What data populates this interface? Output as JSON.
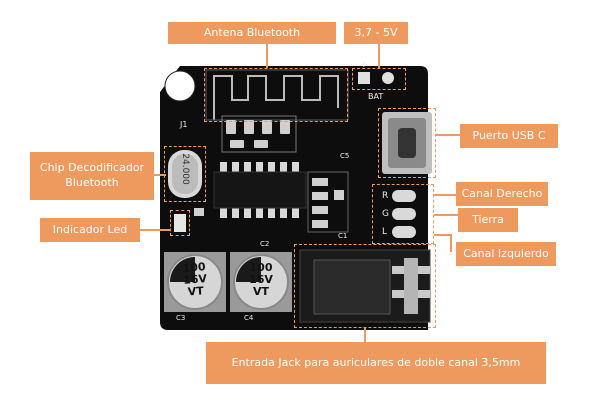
{
  "labels": {
    "antenna": "Antena Bluetooth",
    "voltage": "3,7 - 5V",
    "usb": "Puerto USB C",
    "chip": "Chip Decodificador\nBluetooth",
    "right_channel": "Canal Derecho",
    "ground": "Tierra",
    "left_channel": "Canal Izquierdo",
    "led": "Indicador Led",
    "jack": "Entrada Jack para auriculares de doble canal 3,5mm"
  },
  "silkscreen": {
    "crystal": "24.000",
    "cap_left": "100\n16V\nVT",
    "cap_right": "100\n16V\nVT",
    "bat": "BAT",
    "plus": "+",
    "r": "R",
    "g": "G",
    "l": "L",
    "j1": "J1",
    "c3": "C3",
    "c4": "C4",
    "c5": "C5",
    "c2": "C2",
    "c1": "C1"
  },
  "colors": {
    "accent": "#ee9a5e",
    "board": "#0c0c0c",
    "silk": "#e8e8e8"
  }
}
